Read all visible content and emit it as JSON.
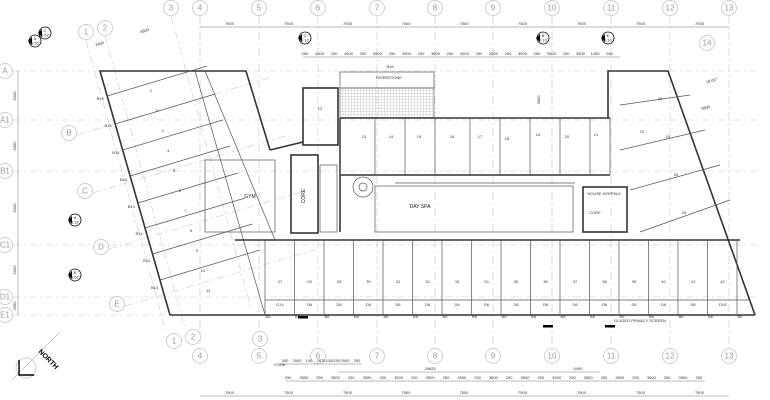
{
  "grid": {
    "columns": [
      "4",
      "5",
      "6",
      "7",
      "8",
      "9",
      "10",
      "11",
      "12",
      "13"
    ],
    "extra_columns_top": [
      "1",
      "2",
      "3",
      "14"
    ],
    "extra_columns_bottom": [
      "1",
      "2",
      "3"
    ],
    "rows": [
      "A",
      "A1",
      "B1",
      "C1",
      "D1",
      "E1"
    ],
    "slanted_rows": [
      "B",
      "C",
      "D",
      "E"
    ]
  },
  "dimensions": {
    "bay": "7500",
    "wing_small": "2400",
    "wing_large": "6800",
    "top_detail": [
      "250",
      "4300",
      "250",
      "4500",
      "250",
      "3500",
      "250",
      "3500",
      "250",
      "3500",
      "250",
      "3500",
      "250",
      "3500",
      "250",
      "3500",
      "250",
      "3500",
      "250",
      "3500",
      "1400",
      "250"
    ],
    "bottom_core": [
      "300",
      "2900",
      "100",
      "2875",
      "135/250",
      "2900",
      "250"
    ],
    "core_label": "CORE",
    "overall": "29625",
    "bottom_detail": [
      "250",
      "3500",
      "250",
      "3500",
      "250",
      "3500",
      "250",
      "3500",
      "250",
      "3500",
      "250",
      "3500",
      "250",
      "3500",
      "250",
      "3500",
      "250",
      "3500",
      "250",
      "3500",
      "250",
      "3500",
      "250",
      "3500",
      "250",
      "3500",
      "250"
    ],
    "right_core": "5400",
    "vertical": [
      "5000",
      "5000",
      "5000",
      "5000",
      "2600"
    ],
    "angle": "18.00°",
    "wing_right": "5800",
    "corridor": "3800"
  },
  "rooms": {
    "gym": "GYM",
    "core_left": "CORE",
    "day_spa": "DAY SPA",
    "riverstone": "RIVERSTONE",
    "riverstone_tag": "B16",
    "housekeeping": "HOUSE KEEPING",
    "core_right": "CORE",
    "glazed_screen": "GLAZED PRIVACY SCREEN",
    "top_row": [
      "12",
      "13",
      "14",
      "15",
      "16",
      "17",
      "18",
      "19",
      "20",
      "21",
      "22"
    ],
    "bottom_row": [
      "27",
      "28",
      "29",
      "30",
      "31",
      "32",
      "33",
      "34",
      "35",
      "36",
      "37",
      "38",
      "39",
      "40",
      "41",
      "42"
    ],
    "left_wing": [
      "1",
      "2",
      "3",
      "4",
      "5",
      "6",
      "7",
      "8",
      "9",
      "10",
      "11"
    ],
    "right_wing": [
      "23",
      "24",
      "25",
      "26"
    ],
    "wall_tags": [
      "D14",
      "D6",
      "D6",
      "D6",
      "D6",
      "D6",
      "D6",
      "D6",
      "D6",
      "D6",
      "D6",
      "D6",
      "D6",
      "D6",
      "D6",
      "D14"
    ],
    "window_tags": [
      "B6",
      "B6",
      "B6",
      "B6",
      "B6",
      "B6",
      "B6",
      "B6",
      "B6",
      "B6",
      "B6",
      "B6",
      "B6",
      "B6",
      "B6",
      "B6",
      "B6"
    ],
    "left_tags": [
      "B15",
      "B14",
      "B14",
      "B14",
      "B14",
      "B14",
      "B14",
      "B13"
    ]
  },
  "sections": [
    {
      "id": "A",
      "sheet": "1.52"
    },
    {
      "id": "C",
      "sheet": "1.52"
    },
    {
      "id": "D",
      "sheet": "1.10"
    },
    {
      "id": "B",
      "sheet": "1.10"
    },
    {
      "id": "E",
      "sheet": "1.10"
    },
    {
      "id": "A",
      "sheet": "1.52"
    },
    {
      "id": "B",
      "sheet": "1.52"
    }
  ],
  "north_label": "NORTH",
  "colors": {
    "wall": "#333333",
    "grid": "#c8c8c8",
    "bubble": "#9a9a9a"
  }
}
